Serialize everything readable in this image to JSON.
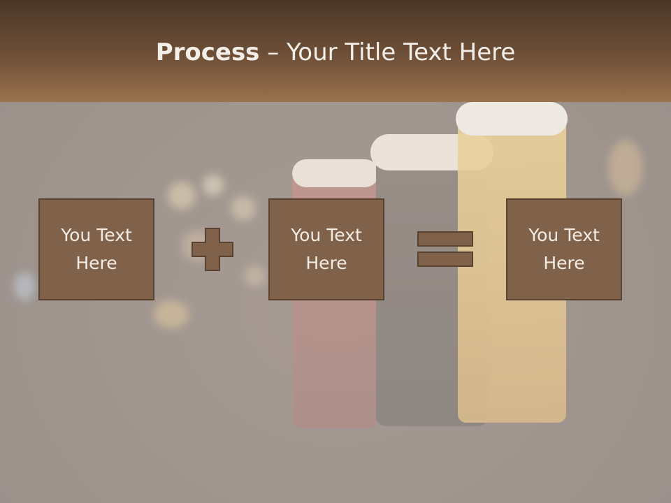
{
  "slide": {
    "title_bold": "Process",
    "title_rest": " – Your Title Text Here"
  },
  "process": {
    "boxes": [
      {
        "line1": "You Text",
        "line2": "Here"
      },
      {
        "line1": "You Text",
        "line2": "Here"
      },
      {
        "line1": "You Text",
        "line2": "Here"
      }
    ],
    "operators": [
      "plus-icon",
      "equals-icon"
    ]
  },
  "colors": {
    "title_bar": "#6f5038",
    "box_fill": "#80624a",
    "box_border": "#5a4230",
    "operator_fill": "#80624a",
    "text": "#f3ece4"
  }
}
